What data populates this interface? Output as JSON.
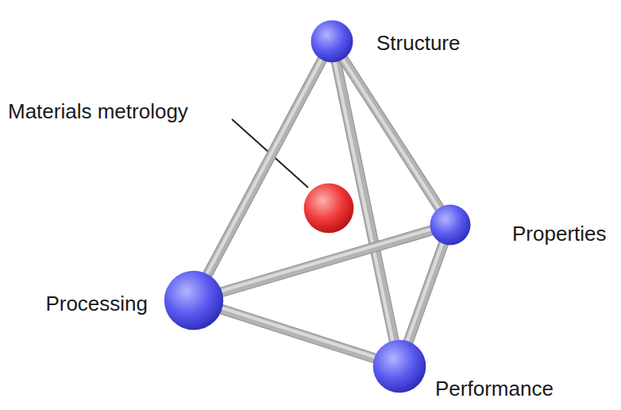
{
  "diagram": {
    "nodes": [
      {
        "text": [
          "Structure"
        ]
      },
      {
        "text": [
          "Materials metrology"
        ]
      },
      {
        "text": [
          "Properties"
        ]
      },
      {
        "text": [
          "Processing"
        ]
      },
      {
        "text": [
          "Performance"
        ]
      }
    ],
    "edges": [
      {
        "from": 0,
        "to": 3,
        "arrow": "none"
      },
      {
        "from": 0,
        "to": 4,
        "arrow": "none"
      },
      {
        "from": 0,
        "to": 2,
        "arrow": "none"
      },
      {
        "from": 3,
        "to": 2,
        "arrow": "none"
      },
      {
        "from": 3,
        "to": 4,
        "arrow": "none"
      },
      {
        "from": 2,
        "to": 4,
        "arrow": "none"
      }
    ]
  }
}
